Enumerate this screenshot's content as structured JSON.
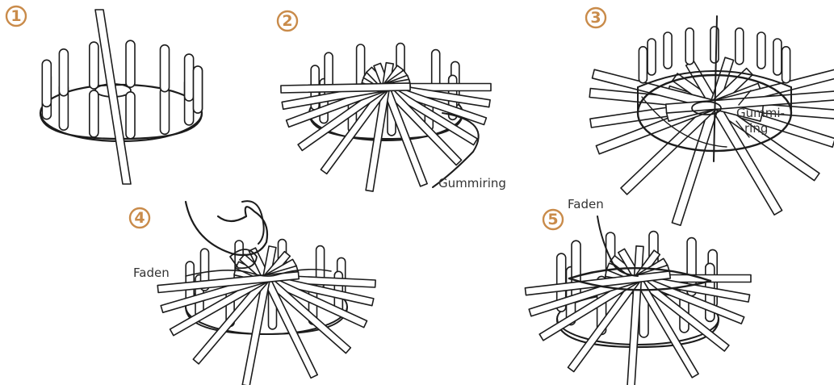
{
  "accent_color": "#c98b4a",
  "ink_color": "#1c1c1c",
  "steps": [
    {
      "number": "1",
      "icon": "basket-base-with-upright-stakes",
      "labels": []
    },
    {
      "number": "2",
      "icon": "radiating-spokes-on-base",
      "labels": [
        "Gummiring"
      ]
    },
    {
      "number": "3",
      "icon": "base-with-rubber-ring",
      "labels": [
        "Gummi-",
        "ring"
      ]
    },
    {
      "number": "4",
      "icon": "hand-weaving-thread",
      "labels": [
        "Faden"
      ]
    },
    {
      "number": "5",
      "icon": "woven-thread-around-spokes",
      "labels": [
        "Faden"
      ]
    }
  ]
}
